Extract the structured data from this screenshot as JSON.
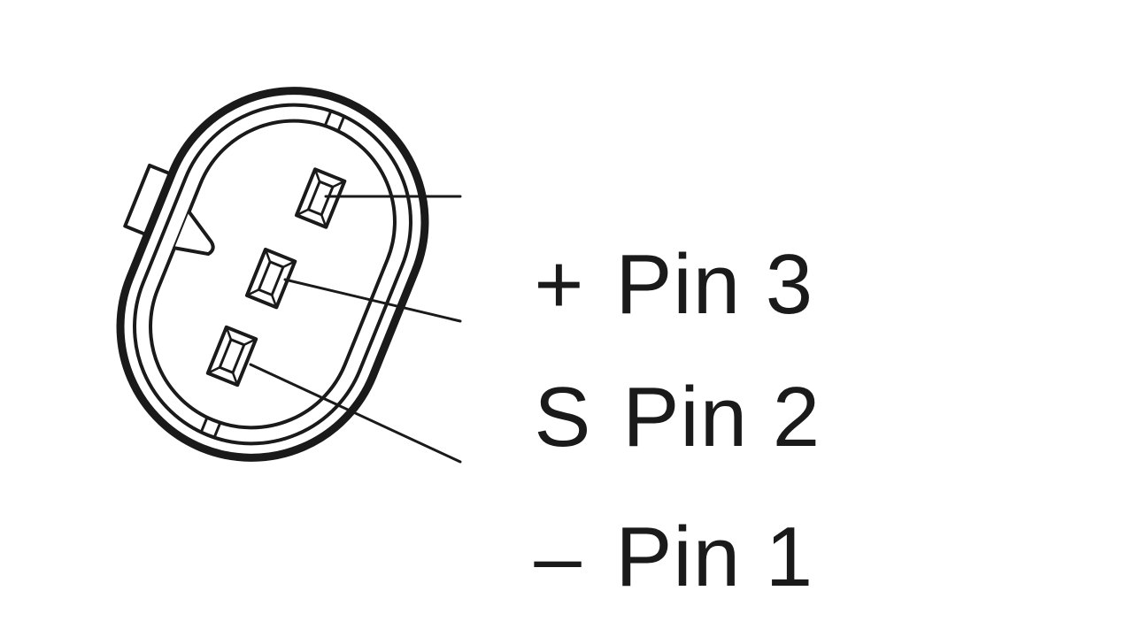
{
  "diagram": {
    "type": "connector-pinout",
    "colors": {
      "stroke": "#1a1a1a",
      "background": "#ffffff"
    },
    "pins": [
      {
        "symbol": "+",
        "label": "Pin 3",
        "text": "+ Pin 3"
      },
      {
        "symbol": "S",
        "label": "Pin 2",
        "text": "S Pin 2"
      },
      {
        "symbol": "–",
        "label": "Pin 1",
        "text": "– Pin 1"
      }
    ]
  }
}
